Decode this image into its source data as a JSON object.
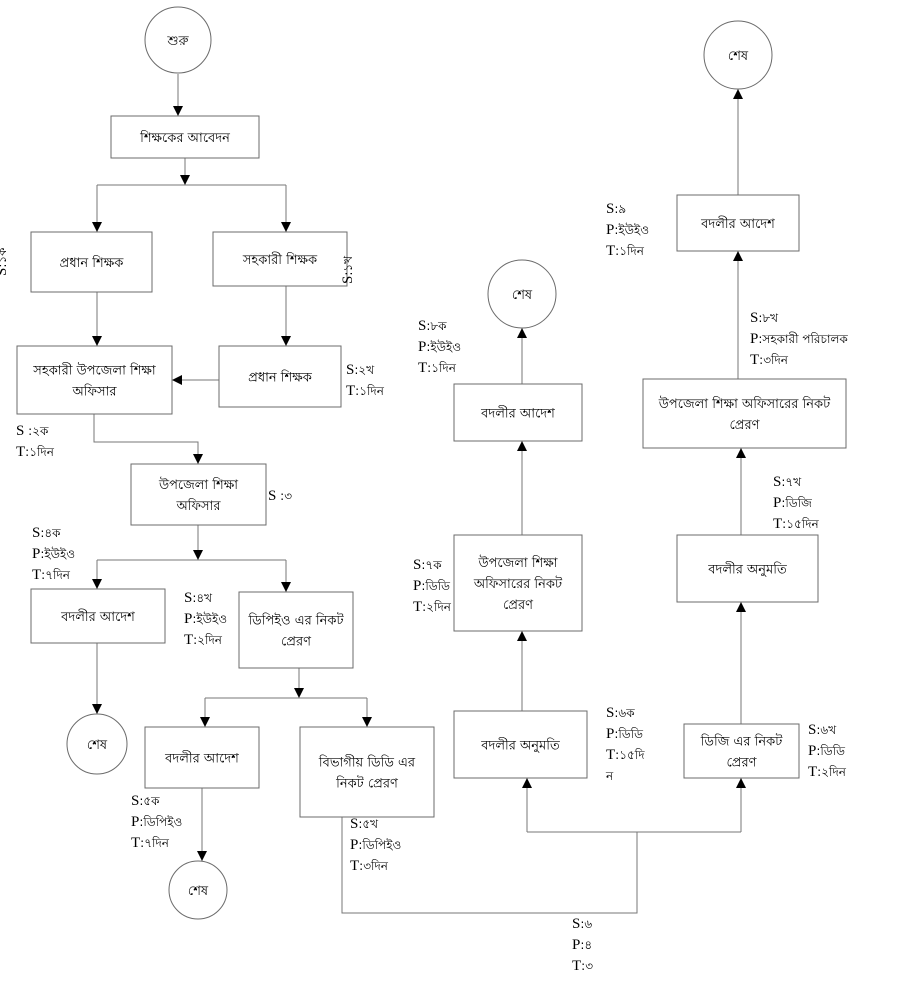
{
  "title": "শিক্ষক বদলী প্রক্রিয়া ফ্লোচার্ট",
  "nodes": {
    "start": "শুরু",
    "application": "শিক্ষকের আবেদন",
    "head_teacher": "প্রধান শিক্ষক",
    "assistant_teacher": "সহকারী শিক্ষক",
    "asst_upazila_officer": [
      "সহকারী উপজেলা শিক্ষা",
      "অফিসার"
    ],
    "head_teacher_2": "প্রধান শিক্ষক",
    "upazila_officer": [
      "উপজেলা শিক্ষা",
      "অফিসার"
    ],
    "transfer_order_1": "বদলীর আদেশ",
    "end_1": "শেষ",
    "send_dpeo": [
      "ডিপিইও এর নিকট",
      "প্রেরণ"
    ],
    "transfer_order_2": "বদলীর আদেশ",
    "end_2": "শেষ",
    "send_divisional_dd": [
      "বিভাগীয় ডিডি এর",
      "নিকট প্রেরণ"
    ],
    "transfer_permission_1": "বদলীর অনুমতি",
    "send_upazila_officer_1": [
      "উপজেলা শিক্ষা",
      "অফিসারের নিকট",
      "প্রেরণ"
    ],
    "transfer_order_3": "বদলীর আদেশ",
    "end_3": "শেষ",
    "send_dg": [
      "ডিজি এর নিকট",
      "প্রেরণ"
    ],
    "transfer_permission_2": "বদলীর অনুমতি",
    "send_upazila_officer_2": [
      "উপজেলা শিক্ষা অফিসারের নিকট",
      "প্রেরণ"
    ],
    "transfer_order_4": "বদলীর আদেশ",
    "end_4": "শেষ"
  },
  "annotations": {
    "s1k": [
      {
        "k": "S",
        "v": ":১ক"
      }
    ],
    "s1kh": [
      {
        "k": "S",
        "v": ":১খ"
      }
    ],
    "s2kh": [
      {
        "k": "S",
        "v": ":২খ"
      },
      {
        "k": "T",
        "v": ":১দিন"
      }
    ],
    "s2k": [
      {
        "k": "S",
        "v": " :২ক"
      },
      {
        "k": "T",
        "v": ":১দিন"
      }
    ],
    "s3": [
      {
        "k": "S",
        "v": " :৩"
      }
    ],
    "s4k": [
      {
        "k": "S",
        "v": ":৪ক"
      },
      {
        "k": "P",
        "v": ":ইউইও"
      },
      {
        "k": "T",
        "v": ":৭দিন"
      }
    ],
    "s4kh": [
      {
        "k": "S",
        "v": ":৪খ"
      },
      {
        "k": "P",
        "v": ":ইউইও"
      },
      {
        "k": "T",
        "v": ":২দিন"
      }
    ],
    "s5k": [
      {
        "k": "S",
        "v": ":৫ক"
      },
      {
        "k": "P",
        "v": ":ডিপিইও"
      },
      {
        "k": "T",
        "v": ":৭দিন"
      }
    ],
    "s5kh": [
      {
        "k": "S",
        "v": ":৫খ"
      },
      {
        "k": "P",
        "v": ":ডিপিইও"
      },
      {
        "k": "T",
        "v": ":৩দিন"
      }
    ],
    "s6": [
      {
        "k": "S",
        "v": ":৬"
      },
      {
        "k": "P",
        "v": ":৪"
      },
      {
        "k": "T",
        "v": ":৩"
      }
    ],
    "s6k": [
      {
        "k": "S",
        "v": ":৬ক"
      },
      {
        "k": "P",
        "v": ":ডিডি"
      },
      {
        "k": "T",
        "v": ":১৫দি"
      },
      {
        "k": "",
        "v": "ন"
      }
    ],
    "s6kh": [
      {
        "k": "S",
        "v": ":৬খ"
      },
      {
        "k": "P",
        "v": ":ডিডি"
      },
      {
        "k": "T",
        "v": ":২দিন"
      }
    ],
    "s7k": [
      {
        "k": "S",
        "v": ":৭ক"
      },
      {
        "k": "P",
        "v": ":ডিডি"
      },
      {
        "k": "T",
        "v": ":২দিন"
      }
    ],
    "s7kh": [
      {
        "k": "S",
        "v": ":৭খ"
      },
      {
        "k": "P",
        "v": ":ডিজি"
      },
      {
        "k": "T",
        "v": ":১৫দিন"
      }
    ],
    "s8k": [
      {
        "k": "S",
        "v": ":৮ক"
      },
      {
        "k": "P",
        "v": ":ইউইও"
      },
      {
        "k": "T",
        "v": ":১দিন"
      }
    ],
    "s8kh": [
      {
        "k": "S",
        "v": ":৮খ"
      },
      {
        "k": "P",
        "v": ":সহকারী পরিচালক"
      },
      {
        "k": "T",
        "v": ":৩দিন"
      }
    ],
    "s9": [
      {
        "k": "S",
        "v": ":৯"
      },
      {
        "k": "P",
        "v": ":ইউইও"
      },
      {
        "k": "T",
        "v": ":১দিন"
      }
    ]
  }
}
